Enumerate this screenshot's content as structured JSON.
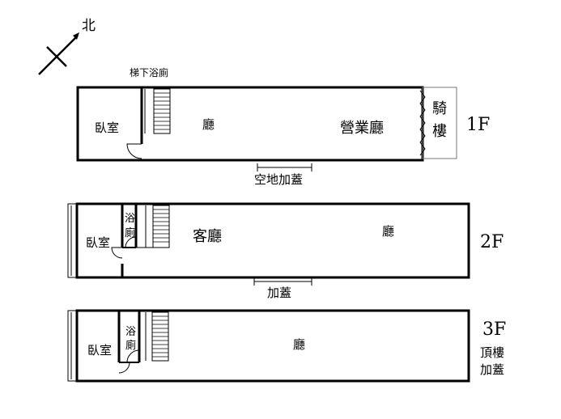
{
  "compass": {
    "label": "北"
  },
  "floors": [
    {
      "floor_label": "1F",
      "rooms": {
        "bedroom": "臥室",
        "stair_bath": "梯下浴廁",
        "hall": "廳",
        "business_hall": "營業廳",
        "arcade_1": "騎",
        "arcade_2": "樓"
      },
      "annotation": "空地加蓋"
    },
    {
      "floor_label": "2F",
      "rooms": {
        "bedroom": "臥室",
        "bath_1": "浴",
        "bath_2": "廁",
        "living_room": "客廳",
        "hall": "廳"
      },
      "annotation": "加蓋"
    },
    {
      "floor_label": "3F",
      "rooms": {
        "bedroom": "臥室",
        "bath_1": "浴",
        "bath_2": "廁",
        "hall": "廳"
      },
      "annotation_1": "頂樓",
      "annotation_2": "加蓋"
    }
  ]
}
